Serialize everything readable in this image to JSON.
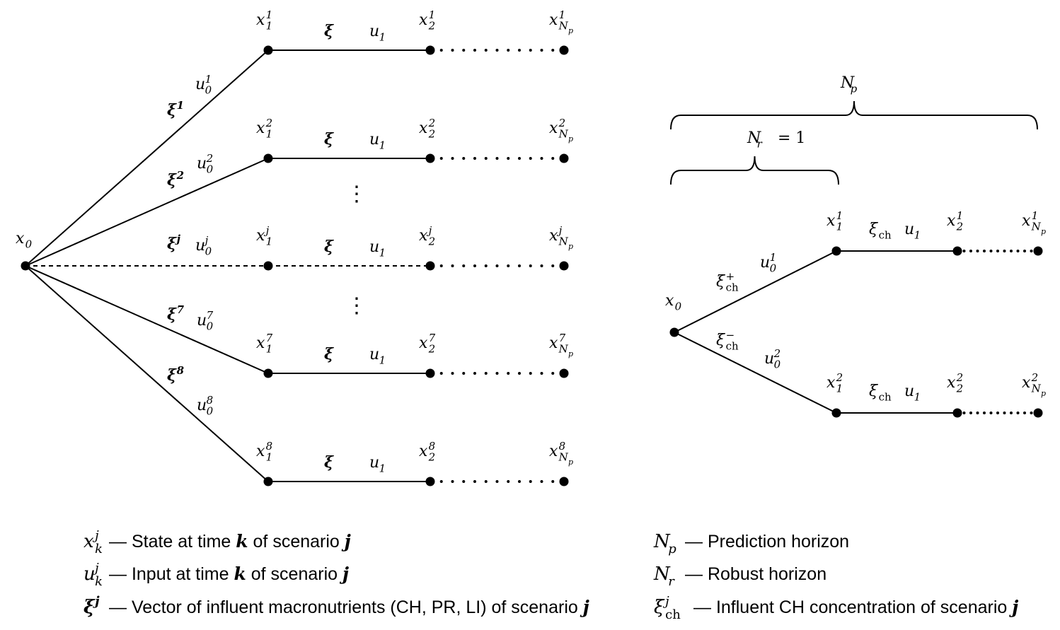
{
  "left_tree": {
    "root": {
      "label": "x",
      "sub": "0"
    },
    "stage1_disturbance": "ξ",
    "stage1_input": {
      "base": "u",
      "sub": "1"
    },
    "branches": [
      {
        "xi_sup": "1",
        "u_sup": "1",
        "x1_sup": "1",
        "x2_sup": "1",
        "xnp_sup": "1"
      },
      {
        "xi_sup": "2",
        "u_sup": "2",
        "x1_sup": "2",
        "x2_sup": "2",
        "xnp_sup": "2"
      },
      {
        "xi_sup": "j",
        "u_sup": "j",
        "x1_sup": "j",
        "x2_sup": "j",
        "xnp_sup": "j",
        "dashed": true
      },
      {
        "xi_sup": "7",
        "u_sup": "7",
        "x1_sup": "7",
        "x2_sup": "7",
        "xnp_sup": "7"
      },
      {
        "xi_sup": "8",
        "u_sup": "8",
        "x1_sup": "8",
        "x2_sup": "8",
        "xnp_sup": "8"
      }
    ],
    "ellipsis": "⋮"
  },
  "right_tree": {
    "np_label": {
      "base": "N",
      "sub": "p"
    },
    "nr_label": {
      "base": "N",
      "sub": "r",
      "rest": " = 1"
    },
    "root": {
      "label": "x",
      "sub": "0"
    },
    "branches": [
      {
        "xi_sup": "+",
        "u_sup": "1",
        "x1_sup": "1",
        "x2_sup": "1",
        "xnp_sup": "1"
      },
      {
        "xi_sup": "−",
        "u_sup": "2",
        "x1_sup": "2",
        "x2_sup": "2",
        "xnp_sup": "2"
      }
    ],
    "xi_ch_sub": "ch"
  },
  "legend": {
    "left": [
      {
        "symbol": "x",
        "sup": "j",
        "sub": "k",
        "text": "State at time ",
        "k": "k",
        "mid": " of scenario ",
        "j": "j"
      },
      {
        "symbol": "u",
        "sup": "j",
        "sub": "k",
        "text": "Input at time ",
        "k": "k",
        "mid": " of scenario ",
        "j": "j"
      },
      {
        "symbol": "ξ",
        "sup": "j",
        "text": "Vector of influent macronutrients (CH, PR, LI) of scenario ",
        "j": "j"
      }
    ],
    "right": [
      {
        "symbol": "N",
        "sub": "p",
        "text": "Prediction horizon"
      },
      {
        "symbol": "N",
        "sub": "r",
        "text": "Robust horizon"
      },
      {
        "symbol": "ξ",
        "sup": "j",
        "sub": "ch",
        "text": "Influent CH concentration of scenario ",
        "j": "j"
      }
    ],
    "dash": "—"
  }
}
